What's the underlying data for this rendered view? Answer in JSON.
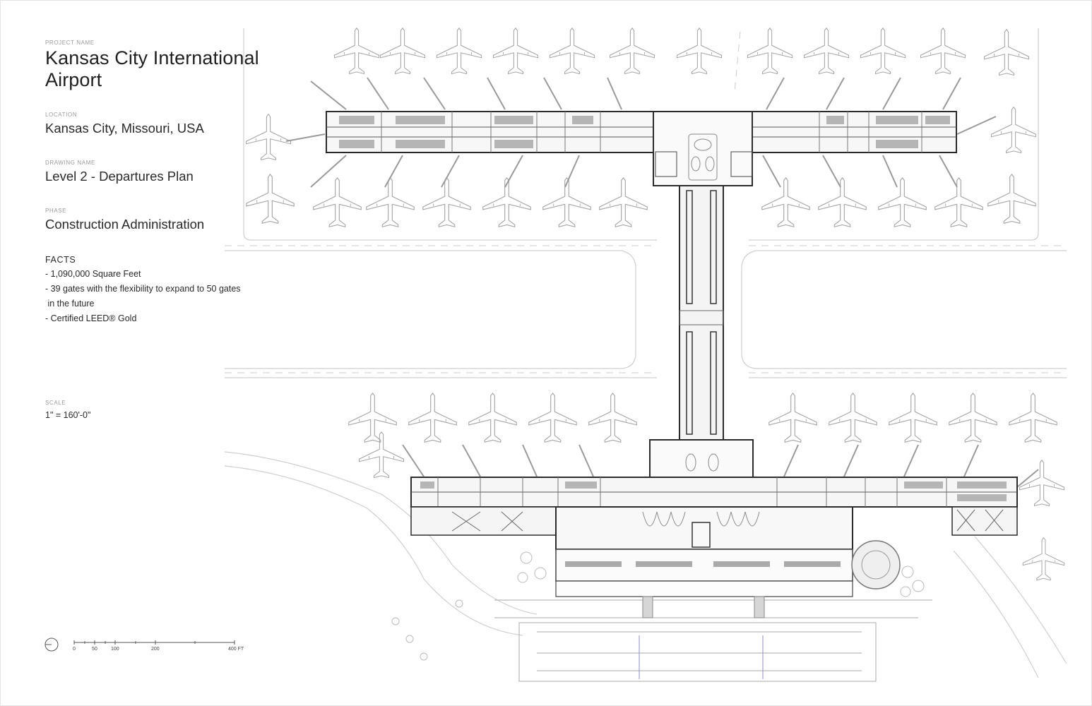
{
  "project": {
    "label": "PROJECT NAME",
    "value": "Kansas City International Airport"
  },
  "location": {
    "label": "LOCATION",
    "value": "Kansas City, Missouri, USA"
  },
  "drawing": {
    "label": "DRAWING NAME",
    "value": "Level 2 - Departures Plan"
  },
  "phase": {
    "label": "PHASE",
    "value": "Construction Administration"
  },
  "facts": {
    "label": "FACTS",
    "items": [
      "- 1,090,000 Square Feet",
      "- 39 gates with the flexibility to expand to 50 gates",
      " in the future",
      "- Certified LEED® Gold"
    ]
  },
  "scale": {
    "label": "SCALE",
    "value": "1\" = 160'-0\""
  },
  "scale_bar": {
    "ticks": [
      "0",
      "50",
      "100",
      "200",
      "400 FT"
    ]
  },
  "north_arrow": {
    "icon": "north-arrow-icon"
  },
  "colors": {
    "linework": "#8a8a8a",
    "walls": "#2b2b2b",
    "background": "#ffffff"
  }
}
